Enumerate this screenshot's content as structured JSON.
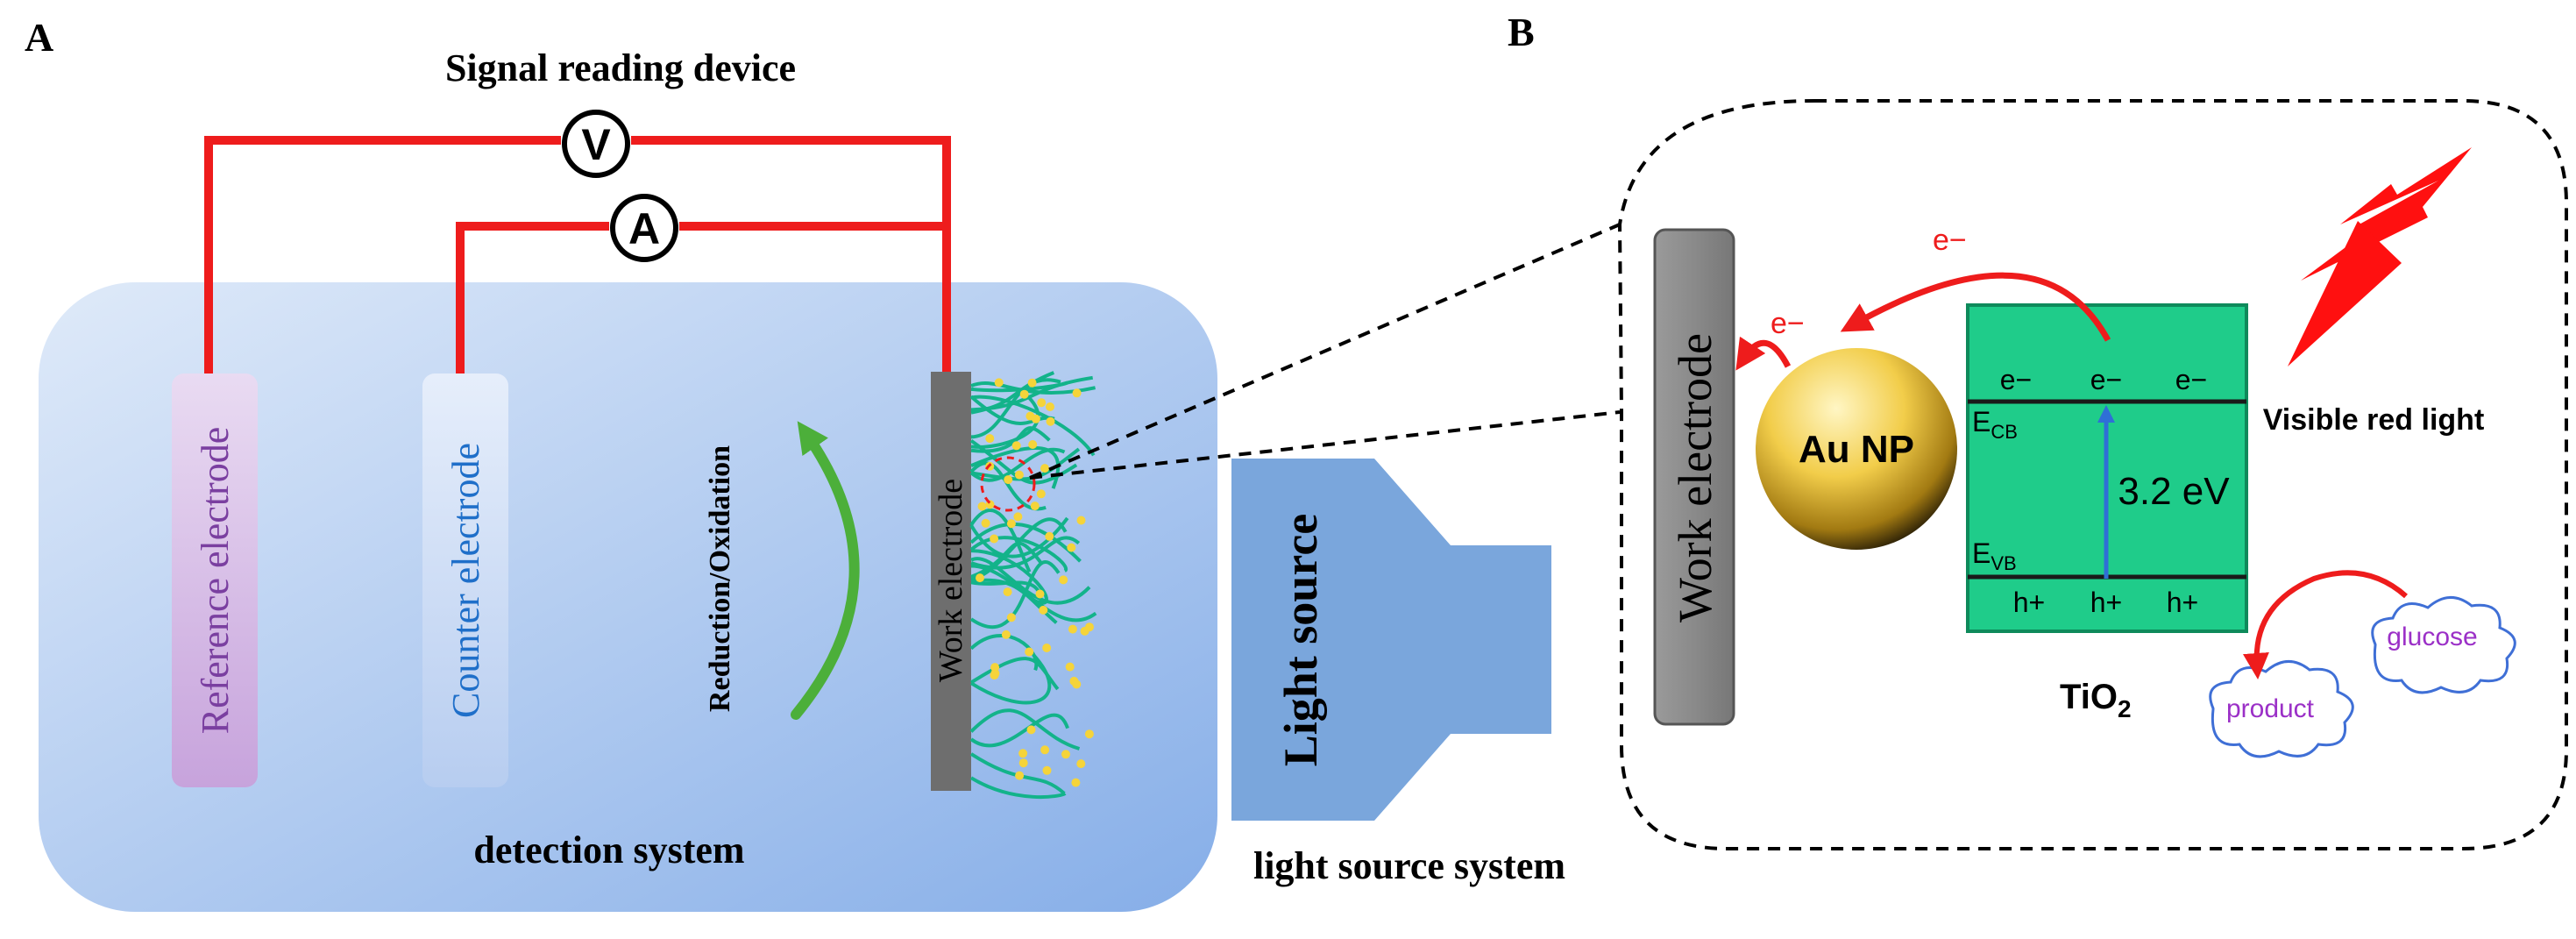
{
  "panel_a": {
    "label": "A",
    "signal_device_label": "Signal reading device",
    "voltmeter_symbol": "V",
    "ammeter_symbol": "A",
    "reference_electrode_label": "Reference electrode",
    "counter_electrode_label": "Counter electrode",
    "reaction_label": "Reduction/Oxidation",
    "work_electrode_label": "Work electrode",
    "detection_system_label": "detection system",
    "light_source_label": "Light source",
    "light_source_system_label": "light source system"
  },
  "panel_b": {
    "label": "B",
    "work_electrode_label": "Work electrode",
    "electron_symbol": "e−",
    "hole_symbol": "h+",
    "au_np_label": "Au NP",
    "conduction_band_label": "E",
    "conduction_band_sub": "CB",
    "valence_band_label": "E",
    "valence_band_sub": "VB",
    "band_gap_label": "3.2 eV",
    "semiconductor_label": "TiO",
    "semiconductor_sub": "2",
    "visible_light_label": "Visible red light",
    "glucose_label": "glucose",
    "product_label": "product"
  },
  "colors": {
    "wire": "#ee1c1c",
    "detection_bg_start": "#dce8f8",
    "detection_bg_end": "#8db4ea",
    "reference_electrode": "#c9a9dc",
    "reference_text": "#7a3fa0",
    "counter_electrode": "#c8d9f3",
    "counter_text": "#1f6fc9",
    "work_electrode": "#6e6e6e",
    "fiber": "#13b38a",
    "dot": "#f5d43a",
    "arc_arrow": "#4caf3a",
    "light_source": "#7aa6dc",
    "tio2": "#1fcc8a",
    "band_line": "#1a1a1a",
    "gap_arrow": "#2f6fd6",
    "bolt": "#ff1010",
    "cloud_text": "#9b30c7",
    "cloud_border": "#3f6fd6"
  }
}
